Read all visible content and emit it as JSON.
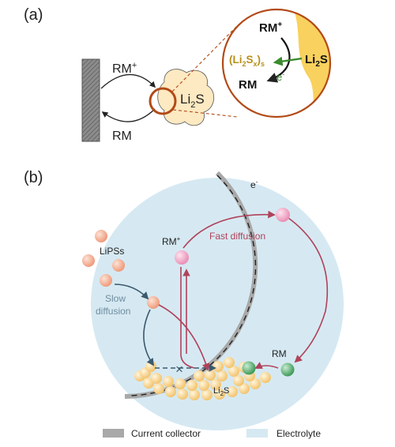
{
  "panel_a": {
    "label": "(a)",
    "rm_plus": "RM",
    "rm_plus_sup": "+",
    "rm": "RM",
    "li2s_main": "Li",
    "li2s_sub": "2",
    "li2s_tail": "S",
    "zoom": {
      "rm_plus": "RM",
      "rm_plus_sup": "+",
      "li2sx_open": "(Li",
      "li2sx_sub": "2",
      "li2sx_s": "S",
      "li2sx_x": "x",
      "li2sx_close": ")",
      "li2sx_solid": "s",
      "li2s_main": "Li",
      "li2s_sub": "2",
      "li2s_tail": "S",
      "rm": "RM",
      "electron": "e",
      "electron_sup": "-"
    }
  },
  "panel_b": {
    "label": "(b)",
    "electron": "e",
    "electron_sup": "-",
    "lipss": "LiPSs",
    "rm_plus": "RM",
    "rm_plus_sup": "+",
    "fast_diffusion": "Fast diffusion",
    "slow_diffusion_line1": "Slow",
    "slow_diffusion_line2": "diffusion",
    "rm": "RM",
    "li2s_main": "Li",
    "li2s_sub": "2",
    "li2s_tail": "S",
    "blocked_mark": "×"
  },
  "legend": {
    "current_collector": "Current collector",
    "electrolyte": "Electrolyte"
  },
  "colors": {
    "electrolyte": "#d6e9f2",
    "collector": "#a9a9a9",
    "lipss_particle": "#f3a98c",
    "rm_plus_particle": "#f2a7c6",
    "rm_particle": "#5aa66e",
    "li2s_particle": "#f8d58c",
    "li2s_blob": "#fde9c2",
    "fast_arrow": "#b0425a",
    "slow_arrow": "#3b5a6e",
    "slow_text": "#6f8da0",
    "fast_text": "#b0425a",
    "zoom_ring": "#b24a17",
    "li2sx_text": "#b7901a",
    "electron_arrow": "#3a8a2e"
  }
}
